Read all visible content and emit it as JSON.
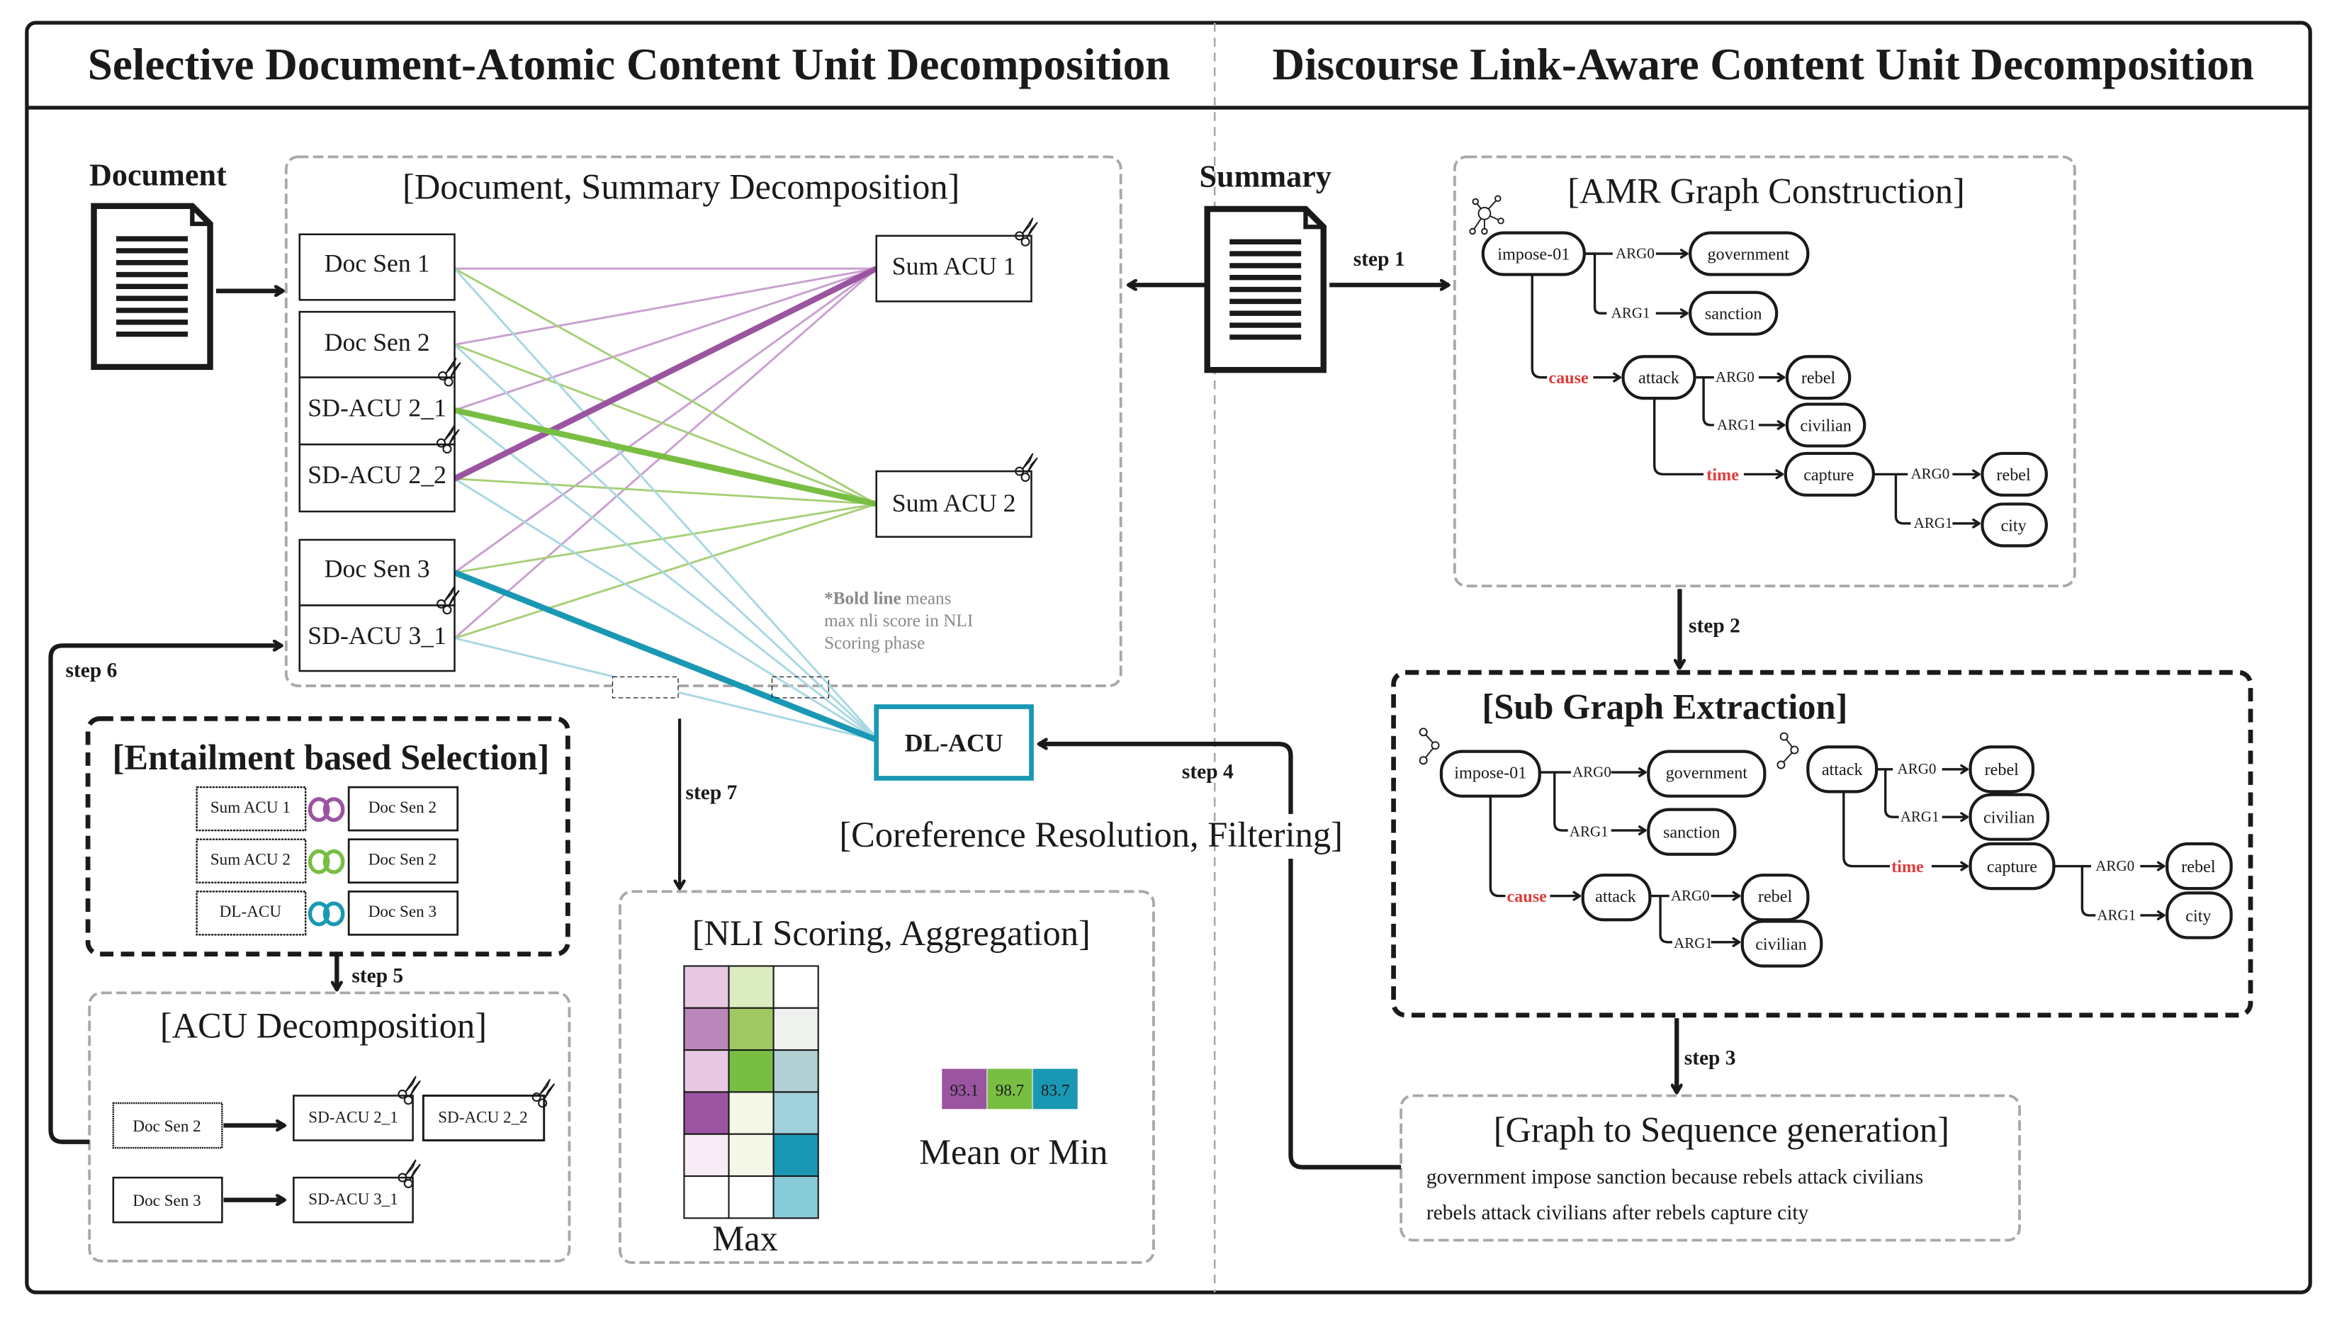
{
  "headers": {
    "left": "Selective Document-Atomic Content Unit Decomposition",
    "right": "Discourse Link-Aware Content Unit Decomposition"
  },
  "colors": {
    "purple": "#9b55a0",
    "purple_light": "#c9a0cf",
    "green": "#78be43",
    "green_light": "#a7cf78",
    "teal": "#1a98b3",
    "teal_light": "#a8d8e2",
    "red_edge": "#e03c3c",
    "gray_dash": "#a8a8a8"
  },
  "document": {
    "label": "Document",
    "icon": "document-icon"
  },
  "summary": {
    "label": "Summary",
    "icon": "document-icon"
  },
  "decomp": {
    "title": "[Document, Summary Decomposition]",
    "doc_boxes": [
      "Doc Sen 1",
      "Doc Sen 2",
      "SD-ACU 2_1",
      "SD-ACU 2_2",
      "Doc Sen 3",
      "SD-ACU 3_1"
    ],
    "sum_boxes": [
      "Sum ACU 1",
      "Sum ACU 2"
    ],
    "dl_acu": "DL-ACU",
    "note_bold": "*Bold line",
    "note_rest1": " means",
    "note_line2": "max nli score in NLI",
    "note_line3": "Scoring phase",
    "bold_links": [
      {
        "from": "SD-ACU 2_2",
        "to": "Sum ACU 1",
        "color": "purple"
      },
      {
        "from": "SD-ACU 2_1",
        "to": "Sum ACU 2",
        "color": "green"
      },
      {
        "from": "Doc Sen 3",
        "to": "DL-ACU",
        "color": "teal"
      }
    ]
  },
  "entailment": {
    "title": "[Entailment based Selection]",
    "pairs": [
      {
        "left": "Sum ACU 1",
        "right": "Doc Sen 2",
        "color": "purple"
      },
      {
        "left": "Sum ACU 2",
        "right": "Doc Sen 2",
        "color": "green"
      },
      {
        "left": "DL-ACU",
        "right": "Doc Sen 3",
        "color": "teal"
      }
    ]
  },
  "acu_decomp": {
    "title": "[ACU Decomposition]",
    "rows": [
      {
        "source": "Doc Sen 2",
        "targets": [
          "SD-ACU 2_1",
          "SD-ACU 2_2"
        ]
      },
      {
        "source": "Doc Sen 3",
        "targets": [
          "SD-ACU 3_1"
        ]
      }
    ]
  },
  "nli": {
    "title": "[NLI Scoring, Aggregation]",
    "matrix_colors": [
      [
        "#e8c9e1",
        "#dcecc1",
        "#ffffff"
      ],
      [
        "#bb86ba",
        "#9fc862",
        "#eff1ef"
      ],
      [
        "#e8c9e1",
        "#78be43",
        "#b2cfd4"
      ],
      [
        "#9b55a0",
        "#f5f8e8",
        "#9fd0dc"
      ],
      [
        "#f7ebf5",
        "#f5f8e8",
        "#1a98b3"
      ],
      [
        "#ffffff",
        "#ffffff",
        "#88ccd9"
      ]
    ],
    "max_label": "Max",
    "scores": [
      {
        "value": "93.1",
        "color": "#9b55a0"
      },
      {
        "value": "98.7",
        "color": "#78be43"
      },
      {
        "value": "83.7",
        "color": "#1a98b3"
      }
    ],
    "agg_label": "Mean or Min"
  },
  "coref": {
    "title": "[Coreference Resolution, Filtering]"
  },
  "amr": {
    "title": "[AMR Graph Construction]",
    "nodes": {
      "root": "impose-01",
      "gov": "government",
      "sanction": "sanction",
      "attack": "attack",
      "rebel1": "rebel",
      "civilian": "civilian",
      "capture": "capture",
      "rebel2": "rebel",
      "city": "city"
    },
    "edges": {
      "arg0": "ARG0",
      "arg1": "ARG1",
      "cause": "cause",
      "time": "time"
    }
  },
  "subgraph": {
    "title": "[Sub Graph Extraction]"
  },
  "g2s": {
    "title": "[Graph to Sequence generation]",
    "sentences": [
      "government impose sanction because rebels attack civilians",
      "rebels attack civilians after rebels capture city"
    ]
  },
  "steps": {
    "s1": "step 1",
    "s2": "step 2",
    "s3": "step 3",
    "s4": "step 4",
    "s5": "step 5",
    "s6": "step 6",
    "s7": "step 7"
  }
}
